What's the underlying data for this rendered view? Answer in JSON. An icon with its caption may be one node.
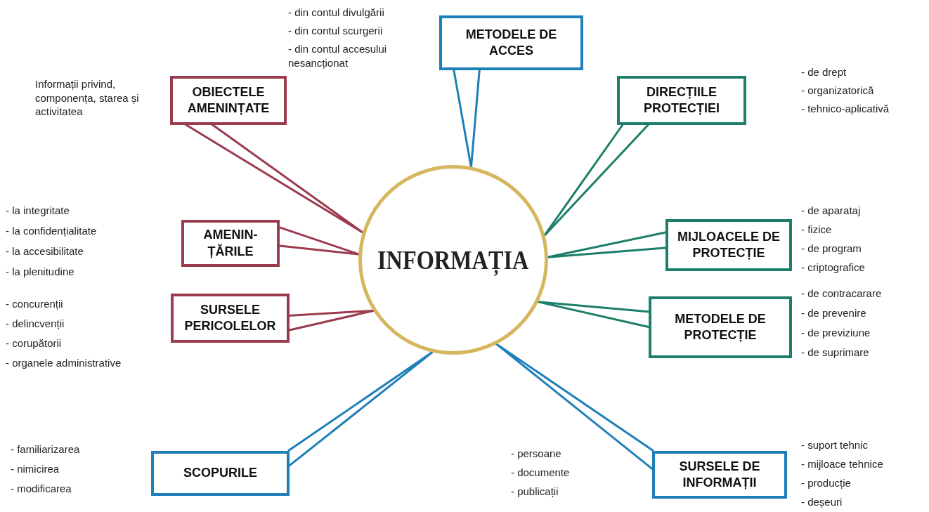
{
  "diagram": {
    "nodes": [
      {
        "text": [
          "INFORMAȚIA"
        ]
      },
      {
        "text": [
          "METODELE DE ACCES"
        ],
        "beside": [
          "- din contul divulgării",
          "- din contul scurgerii",
          "- din contul accesului nesancționat"
        ]
      },
      {
        "text": [
          "OBIECTELE AMENINȚATE"
        ],
        "beside": [
          "Informații privind, componența, starea și activitatea"
        ]
      },
      {
        "text": [
          "DIRECȚIILE PROTECȚIEI"
        ],
        "beside": [
          "- de drept",
          "- organizatorică",
          "- tehnico-aplicativă"
        ]
      },
      {
        "text": [
          "AMENIN-ȚĂRILE"
        ],
        "beside": [
          "- la integritate",
          "- la confidențialitate",
          "- la accesibilitate",
          "- la plenitudine"
        ]
      },
      {
        "text": [
          "MIJLOACELE DE PROTECȚIE"
        ],
        "beside": [
          "- de aparataj",
          "- fizice",
          "- de program",
          "- criptografice"
        ]
      },
      {
        "text": [
          "SURSELE PERICOLELOR"
        ],
        "beside": [
          "- concurenții",
          "- delincvenții",
          "- corupătorii",
          "- organele administrative"
        ]
      },
      {
        "text": [
          "METODELE DE PROTECȚIE"
        ],
        "beside": [
          "- de contracarare",
          "- de prevenire",
          "- de previziune",
          "- de suprimare"
        ]
      },
      {
        "text": [
          "SCOPURILE"
        ],
        "beside": [
          "- familiarizarea",
          "- nimicirea",
          "- modificarea"
        ]
      },
      {
        "text": [
          "SURSELE DE INFORMAȚII"
        ],
        "beside": [
          "- persoane",
          "- documente",
          "- publicații",
          "- suport tehnic",
          "- mijloace tehnice",
          "- producție",
          "- deșeuri"
        ]
      }
    ],
    "edges": [
      {
        "from": 1,
        "to": 0,
        "arrow": "none",
        "color": "#1f7fb8"
      },
      {
        "from": 2,
        "to": 0,
        "arrow": "none",
        "color": "#9b3b4e"
      },
      {
        "from": 3,
        "to": 0,
        "arrow": "none",
        "color": "#1d7f6a"
      },
      {
        "from": 4,
        "to": 0,
        "arrow": "none",
        "color": "#9b3b4e"
      },
      {
        "from": 5,
        "to": 0,
        "arrow": "none",
        "color": "#1d7f6a"
      },
      {
        "from": 6,
        "to": 0,
        "arrow": "none",
        "color": "#9b3b4e"
      },
      {
        "from": 7,
        "to": 0,
        "arrow": "none",
        "color": "#1d7f6a"
      },
      {
        "from": 8,
        "to": 0,
        "arrow": "none",
        "color": "#1f7fb8"
      },
      {
        "from": 9,
        "to": 0,
        "arrow": "none",
        "color": "#1f7fb8"
      }
    ]
  }
}
